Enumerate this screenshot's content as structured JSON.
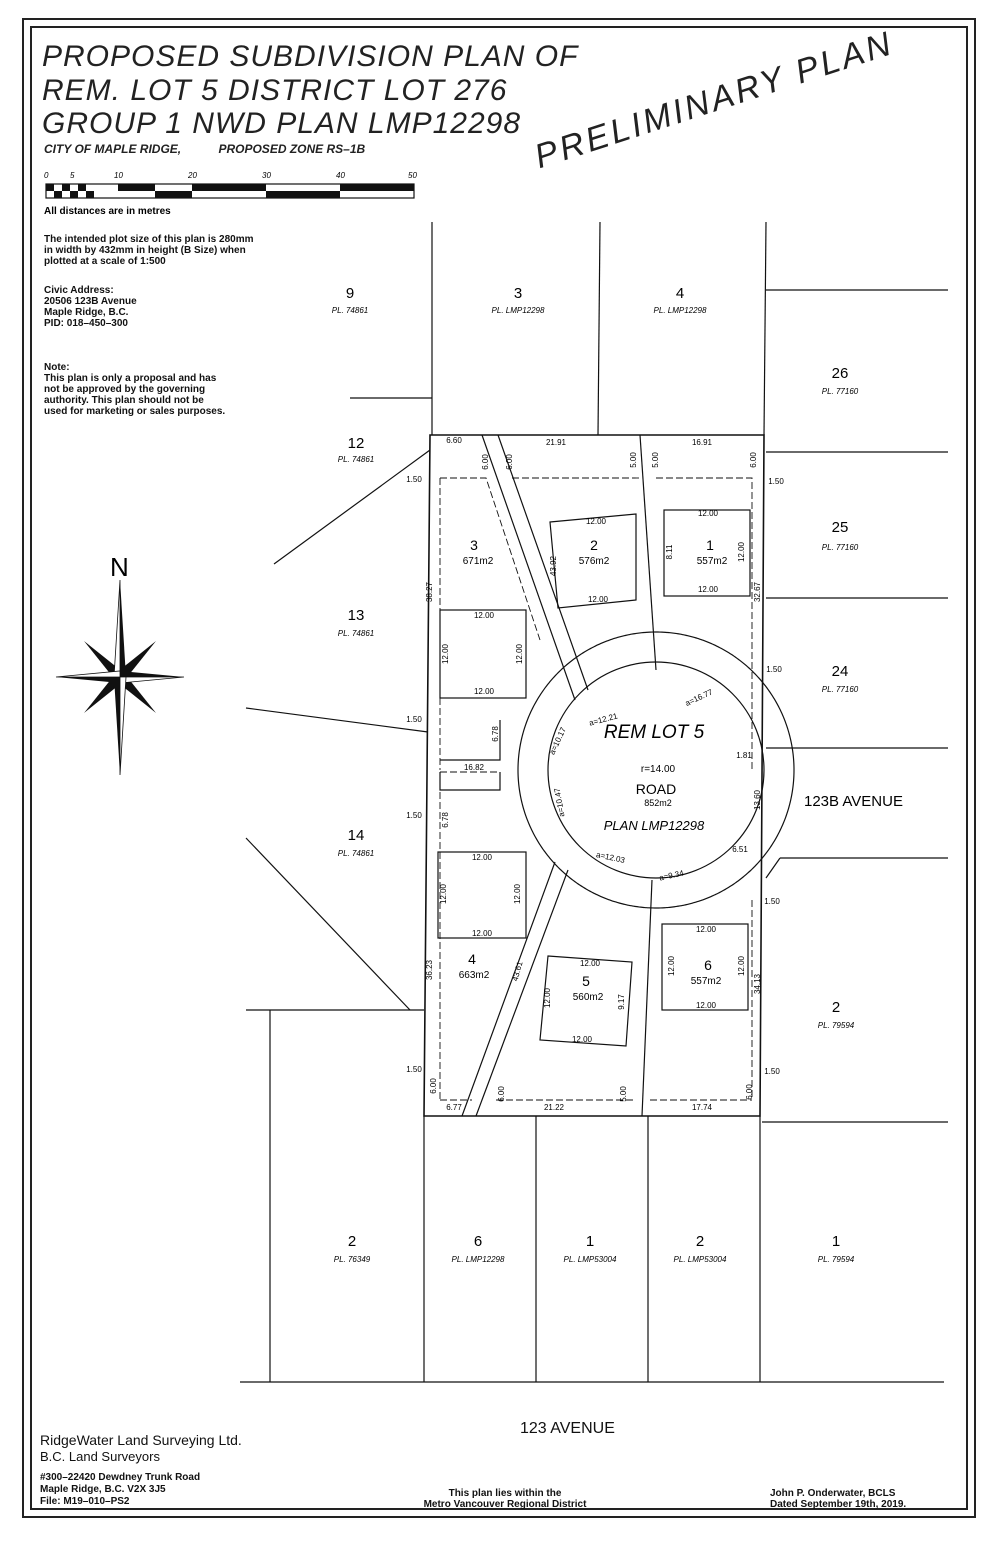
{
  "title": {
    "line1": "PROPOSED  SUBDIVISION  PLAN  OF",
    "line2": "REM.  LOT  5  DISTRICT  LOT  276",
    "line3": "GROUP  1  NWD  PLAN  LMP12298",
    "city": "CITY OF MAPLE RIDGE,",
    "zone": "PROPOSED ZONE RS–1B"
  },
  "scale_bar": {
    "ticks": [
      "0",
      "5",
      "10",
      "20",
      "30",
      "40",
      "50"
    ],
    "note": "All distances are in metres"
  },
  "plot_note": "The intended plot size of this plan is 280mm\nin width by 432mm in height (B Size) when\nplotted at a scale of 1:500",
  "civic": "Civic Address:\n20506 123B Avenue\nMaple Ridge, B.C.\nPID: 018–450–300",
  "note": "Note:\nThis plan is only a proposal and has\nnot be approved by the governing\nauthority. This plan should not be\nused for marketing or sales purposes.",
  "stamp": "PRELIMINARY  PLAN",
  "north": "N",
  "neighbors": [
    {
      "lot": "9",
      "plan": "PL. 74861"
    },
    {
      "lot": "3",
      "plan": "PL. LMP12298"
    },
    {
      "lot": "4",
      "plan": "PL. LMP12298"
    },
    {
      "lot": "26",
      "plan": "PL. 77160"
    },
    {
      "lot": "12",
      "plan": "PL. 74861"
    },
    {
      "lot": "25",
      "plan": "PL. 77160"
    },
    {
      "lot": "13",
      "plan": "PL. 74861"
    },
    {
      "lot": "24",
      "plan": "PL. 77160"
    },
    {
      "lot": "14",
      "plan": "PL. 74861"
    },
    {
      "lot": "2",
      "plan": "PL. 79594"
    },
    {
      "lot": "2",
      "plan": "PL. 76349"
    },
    {
      "lot": "6",
      "plan": "PL. LMP12298"
    },
    {
      "lot": "1",
      "plan": "PL. LMP53004"
    },
    {
      "lot": "2",
      "plan": "PL. LMP53004"
    },
    {
      "lot": "1",
      "plan": "PL. 79594"
    }
  ],
  "streets": {
    "a123b": "123B AVENUE",
    "a123": "123 AVENUE"
  },
  "proposed_lots": [
    {
      "lot": "1",
      "area": "557m2"
    },
    {
      "lot": "2",
      "area": "576m2"
    },
    {
      "lot": "3",
      "area": "671m2"
    },
    {
      "lot": "4",
      "area": "663m2"
    },
    {
      "lot": "5",
      "area": "560m2"
    },
    {
      "lot": "6",
      "area": "557m2"
    }
  ],
  "center": {
    "rem": "REM LOT 5",
    "radius": "r=14.00",
    "road": "ROAD",
    "area": "852m2",
    "plan": "PLAN LMP12298"
  },
  "dims": {
    "top_a": "6.60",
    "top_b": "21.91",
    "top_c": "16.91",
    "bot_a": "6.77",
    "bot_b": "21.22",
    "bot_c": "17.74",
    "twelve": "12.00",
    "six": "6.00",
    "five": "5.00",
    "one_fifty": "1.50",
    "arc_a": "a=12.21",
    "arc_b": "a=16.77",
    "arc_c": "a=12.03",
    "arc_d": "a=9.34",
    "side_a": "16.82",
    "side_b": "6.51",
    "side_c": "13.60",
    "l_a": "38.27",
    "l_b": "36.23",
    "r_a": "32.67",
    "r_b": "34.13",
    "d_a": "43.92",
    "d_b": "43.61",
    "s_a": "8.11",
    "s_b": "9.17",
    "c_a": "a=10.17",
    "c_b": "a=10.47",
    "f": "1.81",
    "x": "6.78"
  },
  "surveyor": {
    "firm": "RidgeWater Land Surveying Ltd.",
    "type": "B.C. Land Surveyors",
    "addr": "#300–22420 Dewdney Trunk Road",
    "city": "Maple Ridge, B.C. V2X 3J5",
    "file": "File: M19–010–PS2"
  },
  "district_note": "This plan lies within the\nMetro Vancouver Regional District",
  "signature": "John P. Onderwater, BCLS\nDated September 19th, 2019."
}
